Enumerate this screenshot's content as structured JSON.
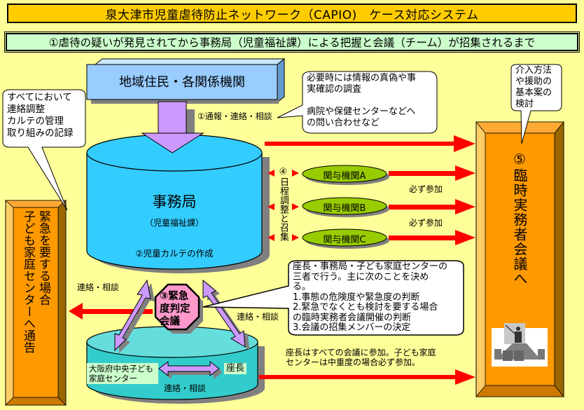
{
  "title": "泉大津市児童虐待防止ネットワーク（CAPIO)　ケース対応システム",
  "subtitle": "①虐待の疑いが発見されてから事務局（児童福祉課）による把握と会議（チーム）が招集されるまで",
  "nodes": {
    "community": "地域住民・各関係機関",
    "secretariat": {
      "title": "事務局",
      "subtitle": "（児童福祉課）",
      "note": "②児童カルテの作成"
    },
    "emergency_meeting": [
      "③緊急",
      "度判定",
      "会議"
    ],
    "osaka_center": "大阪府中央子ども家庭センター",
    "chair": "座長",
    "agencies": [
      "関与機関A",
      "関与機関B",
      "関与機関C"
    ],
    "child_center_notice": [
      "緊急を要する場合",
      "子ども家庭センターへ通告"
    ],
    "temporary_meeting": "⑤臨時実務者会議へ"
  },
  "labels": {
    "report_contact": "①通報・連絡・相談",
    "schedule": "④日程調整と召集",
    "must_attend_1": "必ず参加",
    "must_attend_2": "必ず参加",
    "contact_left": "連絡・相談",
    "contact_right": "連絡・相談",
    "contact_bottom": "連絡・相談",
    "chair_note": [
      "座長はすべての会議に参加。子ども家庭",
      "センターは中重度の場合必ず参加。"
    ]
  },
  "callouts": {
    "secretariat_roles": [
      "すべてにおいて",
      "連絡調整",
      "カルテの管理",
      "取り組みの記録"
    ],
    "investigation": [
      "必要時には情報の真偽や事",
      "実確認の調査",
      "",
      "病院や保健センターなどへ",
      "の問い合わせなど"
    ],
    "intervention": [
      "介入方法",
      "や援助の",
      "基本案の",
      "検討"
    ],
    "emergency_decision": [
      "座長・事務局・子ども家庭センターの",
      "三者で行う。主に次のことを決め",
      "る。",
      "1.事態の危険度や緊急度の判断",
      "2.緊急でなくとも検討を要する場合",
      "の臨時実務者会議開催の判断",
      "3.会議の招集メンバーの決定"
    ]
  },
  "icons": {
    "meeting_clipart": "presentation-meeting-icon"
  },
  "colors": {
    "background": "#ffff99",
    "title_banner": "#ffcc00",
    "subtitle_box": "#ccffcc",
    "community_box": "#99ccff",
    "cylinder": "#33ccff",
    "cylinder_bottom": "#33cccc",
    "agency_ellipse": "#99cc00",
    "orange_box": "#ff9900",
    "arrow_red": "#ff0000",
    "arrow_purple": "#cc99ff",
    "octagon": "#ff99cc"
  }
}
